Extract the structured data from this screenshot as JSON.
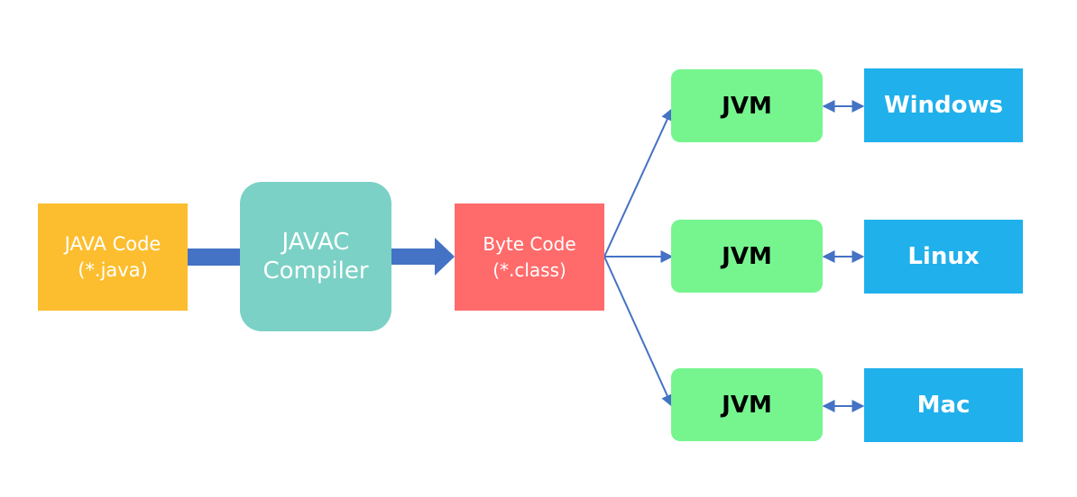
{
  "source": {
    "line1": "JAVA Code",
    "line2": "(*.java)"
  },
  "compiler": {
    "line1": "JAVAC",
    "line2": "Compiler"
  },
  "bytecode": {
    "line1": "Byte Code",
    "line2": "(*.class)"
  },
  "jvms": [
    {
      "label": "JVM",
      "os": "Windows"
    },
    {
      "label": "JVM",
      "os": "Linux"
    },
    {
      "label": "JVM",
      "os": "Mac"
    }
  ],
  "colors": {
    "source": "#FCBE2F",
    "compiler": "#7BD1C5",
    "bytecode": "#FF6B6B",
    "jvm": "#76F58F",
    "os": "#20B0EC",
    "arrow": "#4472C4"
  }
}
